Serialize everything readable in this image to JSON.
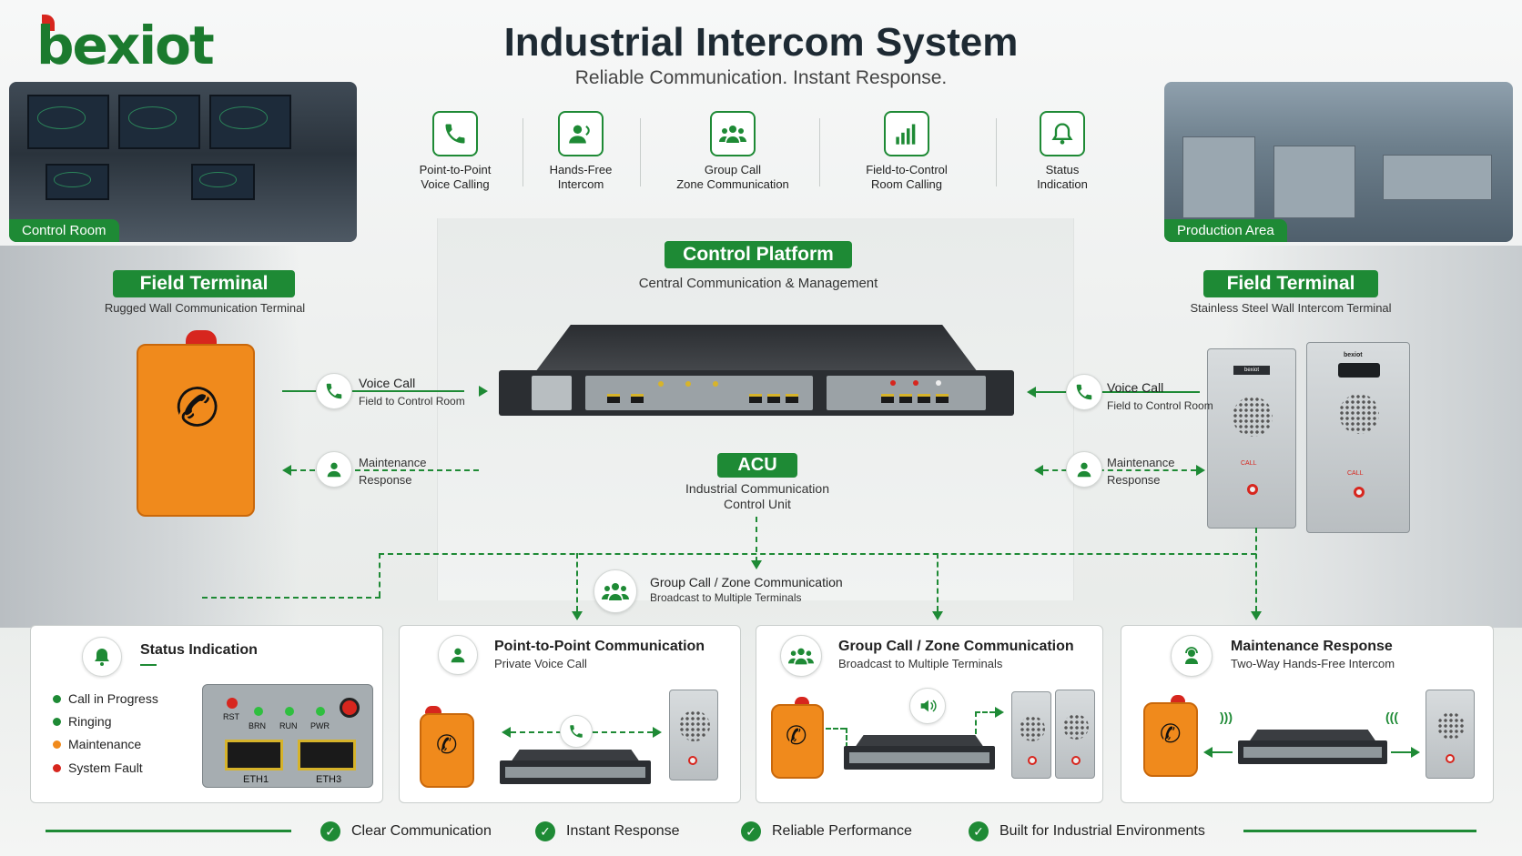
{
  "brand": {
    "logo": "bexiot",
    "accent": "#1e8a35",
    "alert": "#d7261e",
    "terminal": "#f08a1c"
  },
  "header": {
    "title": "Industrial Intercom System",
    "subtitle": "Reliable Communication. Instant Response."
  },
  "photos": {
    "left_tag": "Control Room",
    "right_tag": "Production Area"
  },
  "features": [
    {
      "icon": "phone-icon",
      "line1": "Point-to-Point",
      "line2": "Voice Calling"
    },
    {
      "icon": "hands-free-icon",
      "line1": "Hands-Free",
      "line2": "Intercom"
    },
    {
      "icon": "group-icon",
      "line1": "Group Call",
      "line2": "Zone Communication"
    },
    {
      "icon": "signal-bars-icon",
      "line1": "Field-to-Control",
      "line2": "Room Calling"
    },
    {
      "icon": "bell-icon",
      "line1": "Status",
      "line2": "Indication"
    }
  ],
  "control_platform": {
    "label": "Control Platform",
    "caption": "Central Communication & Management"
  },
  "acu": {
    "label": "ACU",
    "caption_line1": "Industrial Communication",
    "caption_line2": "Control Unit"
  },
  "left_terminal": {
    "label": "Field Terminal",
    "caption": "Rugged Wall Communication Terminal",
    "voice_title": "Voice Call",
    "voice_sub": "Field to Control Room",
    "maint_line1": "Maintenance",
    "maint_line2": "Response"
  },
  "right_terminal": {
    "label": "Field Terminal",
    "caption": "Stainless Steel Wall Intercom Terminal",
    "voice_title": "Voice Call",
    "voice_sub": "Field to Control Room",
    "maint_line1": "Maintenance",
    "maint_line2": "Response",
    "panel_brand": "bexiot",
    "call_label": "CALL"
  },
  "group_flow": {
    "title": "Group Call / Zone Communication",
    "sub": "Broadcast to Multiple Terminals"
  },
  "cards": {
    "status": {
      "title": "Status Indication",
      "legend": [
        {
          "label": "Call in Progress",
          "color": "#1e8a35"
        },
        {
          "label": "Ringing",
          "color": "#1e8a35"
        },
        {
          "label": "Maintenance",
          "color": "#f08a1c"
        },
        {
          "label": "System Fault",
          "color": "#d7261e"
        }
      ],
      "leds": [
        "RST",
        "BRN",
        "RUN",
        "PWR"
      ],
      "ports": [
        "ETH1",
        "ETH3"
      ]
    },
    "p2p": {
      "title": "Point-to-Point Communication",
      "sub": "Private Voice Call"
    },
    "group": {
      "title": "Group Call / Zone Communication",
      "sub": "Broadcast to Multiple Terminals"
    },
    "maint": {
      "title": "Maintenance Response",
      "sub": "Two-Way Hands-Free Intercom"
    }
  },
  "bottom": [
    "Clear Communication",
    "Instant Response",
    "Reliable Performance",
    "Built for Industrial Environments"
  ]
}
